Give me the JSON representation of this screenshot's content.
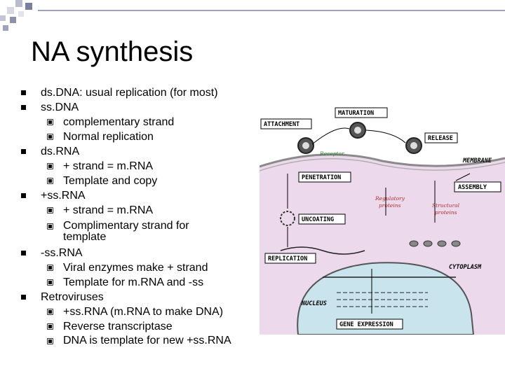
{
  "slide": {
    "title": "NA synthesis",
    "bullets": [
      {
        "text": "ds.DNA: usual replication (for most)",
        "sub": []
      },
      {
        "text": "ss.DNA",
        "sub": [
          "complementary strand",
          "Normal replication"
        ]
      },
      {
        "text": "ds.RNA",
        "sub": [
          "+ strand = m.RNA",
          "Template and copy"
        ]
      },
      {
        "text": "+ss.RNA",
        "sub": [
          "+ strand = m.RNA",
          "Complimentary strand for template"
        ]
      },
      {
        "text": "-ss.RNA",
        "sub": [
          "Viral enzymes make + strand",
          "Template for m.RNA and -ss"
        ]
      },
      {
        "text": "Retroviruses",
        "sub": [
          "+ss.RNA (m.RNA to make DNA)",
          "Reverse transcriptase",
          "DNA is template for new +ss.RNA"
        ]
      }
    ]
  },
  "diagram": {
    "labels": {
      "maturation": "MATURATION",
      "attachment": "ATTACHMENT",
      "release": "RELEASE",
      "membrane": "MEMBRANE",
      "receptor": "Receptor",
      "penetration": "PENETRATION",
      "assembly": "ASSEMBLY",
      "regulatory": "Regulatory",
      "proteins": "proteins",
      "structural": "Structural",
      "proteins2": "proteins",
      "uncoating": "UNCOATING",
      "replication": "REPLICATION",
      "cytoplasm": "CYTOPLASM",
      "nucleus": "NUCLEUS",
      "gene_expression": "GENE EXPRESSION"
    },
    "colors": {
      "cytoplasm": "#ecd9ec",
      "nucleus": "#c9e4ec",
      "membrane": "#9a9a9a",
      "virus": "#333333"
    }
  }
}
